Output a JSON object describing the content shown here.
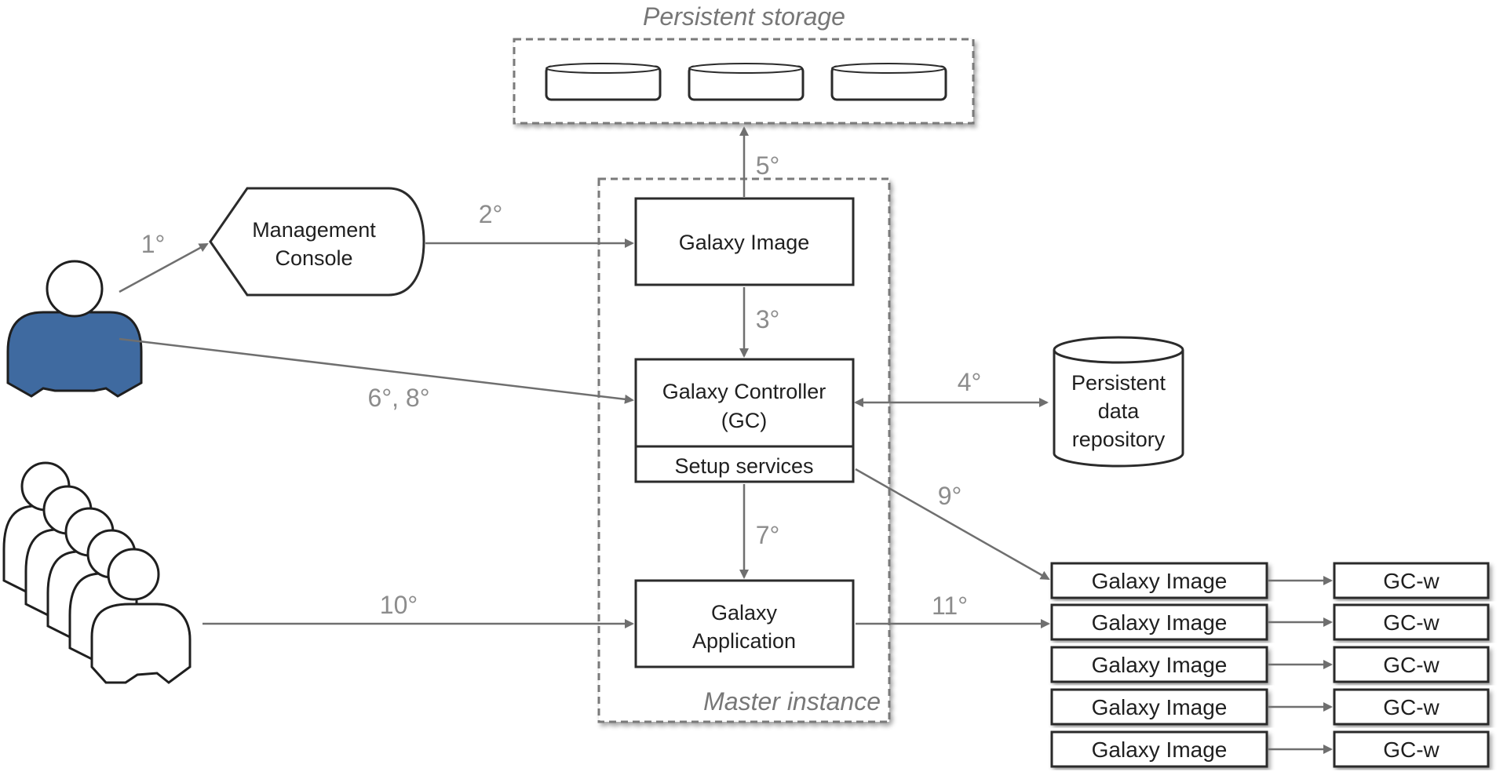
{
  "diagram": {
    "storage_label": "Persistent storage",
    "master_label": "Master instance",
    "management_console": [
      "Management",
      "Console"
    ],
    "master_image": "Galaxy Image",
    "controller": [
      "Galaxy Controller",
      "(GC)"
    ],
    "setup_services": "Setup services",
    "application": [
      "Galaxy",
      "Application"
    ],
    "repository": [
      "Persistent",
      "data",
      "repository"
    ],
    "workers": [
      {
        "image": "Galaxy Image",
        "gc": "GC-w"
      },
      {
        "image": "Galaxy Image",
        "gc": "GC-w"
      },
      {
        "image": "Galaxy Image",
        "gc": "GC-w"
      },
      {
        "image": "Galaxy Image",
        "gc": "GC-w"
      },
      {
        "image": "Galaxy Image",
        "gc": "GC-w"
      }
    ],
    "steps": {
      "s1": "1°",
      "s2": "2°",
      "s3": "3°",
      "s4": "4°",
      "s5": "5°",
      "s68": "6°, 8°",
      "s7": "7°",
      "s9": "9°",
      "s10": "10°",
      "s11": "11°"
    }
  }
}
